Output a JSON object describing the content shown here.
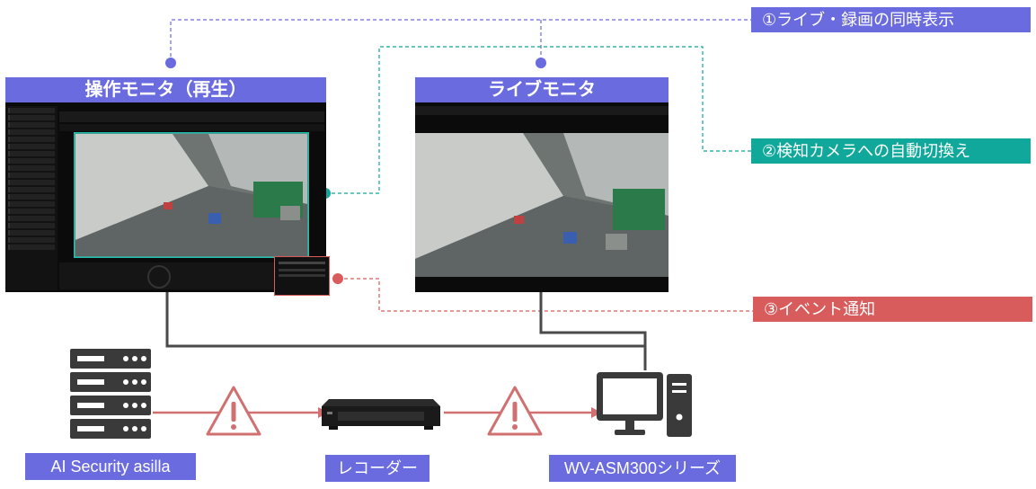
{
  "titles": {
    "operation_monitor": "操作モニタ（再生）",
    "live_monitor": "ライブモニタ"
  },
  "callouts": {
    "c1": "①ライブ・録画の同時表示",
    "c2": "②検知カメラへの自動切換え",
    "c3": "③イベント通知"
  },
  "labels": {
    "server": "AI Security asilla",
    "recorder": "レコーダー",
    "pc": "WV-ASM300シリーズ"
  },
  "colors": {
    "purple": "#6b6be0",
    "teal": "#0fa89a",
    "red": "#d85c5c",
    "dark": "#4a4a4a"
  }
}
